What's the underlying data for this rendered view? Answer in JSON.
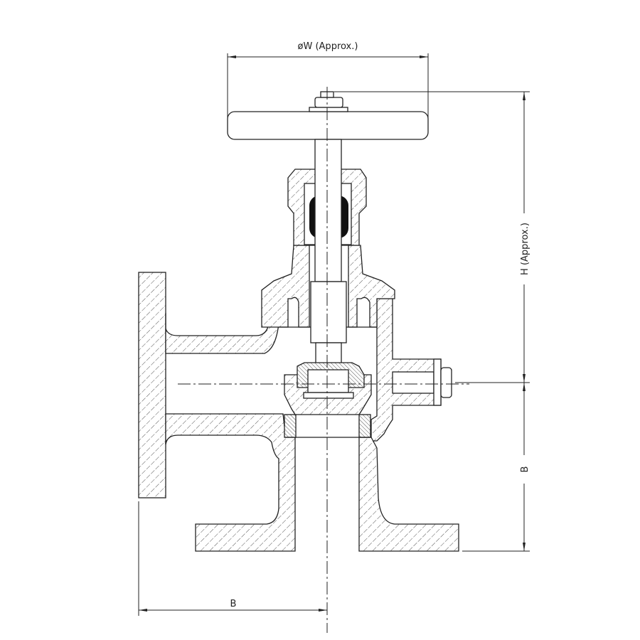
{
  "drawing": {
    "dimensions": {
      "handwheel_diameter": "øW (Approx.)",
      "height": "H (Approx.)",
      "vertical_face_to_center": "B",
      "horizontal_face_to_center": "B"
    },
    "colors": {
      "line": "#222222",
      "background": "#ffffff",
      "packing": "#111111"
    }
  }
}
